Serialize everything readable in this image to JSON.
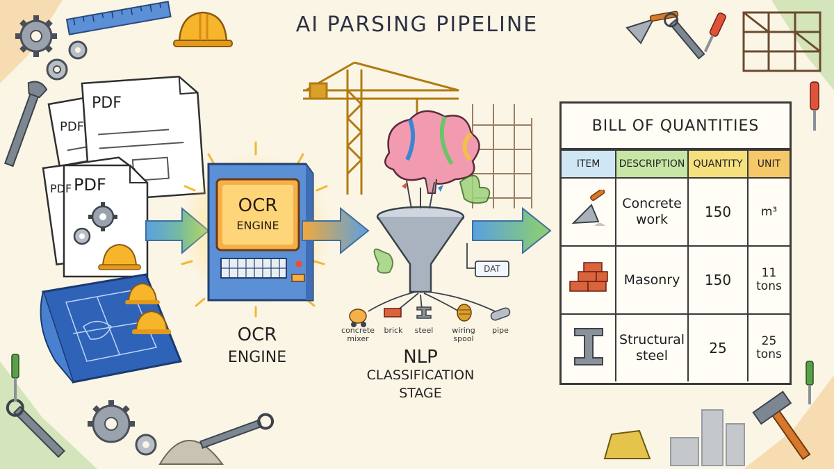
{
  "title": "AI PARSING PIPELINE",
  "documents": {
    "pdf_label_1": "PDF",
    "pdf_label_2": "PDF",
    "pdf_label_3": "PDF",
    "pdf_label_4": "PDF"
  },
  "ocr": {
    "screen_line1": "OCR",
    "screen_line2": "ENGINE",
    "caption_line1": "OCR",
    "caption_line2": "ENGINE"
  },
  "nlp": {
    "caption_line1": "NLP",
    "caption_line2": "CLASSIFICATION",
    "caption_line3": "STAGE",
    "data_tag": "DAT",
    "outputs": [
      "concrete mixer",
      "brick",
      "steel",
      "wiring spool",
      "pipe"
    ]
  },
  "boq": {
    "title": "BILL OF QUANTITIES",
    "headers": [
      "ITEM",
      "DESCRIPTION",
      "QUANTITY",
      "UNIT"
    ],
    "header_colors": [
      "#cfe6f5",
      "#c7e6a6",
      "#f6df7d",
      "#f5c96a"
    ],
    "rows": [
      {
        "item_icon": "trowel-icon",
        "description": "Concrete work",
        "quantity": "150",
        "unit": "m³"
      },
      {
        "item_icon": "bricks-icon",
        "description": "Masonry",
        "quantity": "150",
        "unit": "11 tons"
      },
      {
        "item_icon": "steel-beam-icon",
        "description": "Structural steel",
        "quantity": "25",
        "unit": "25 tons"
      }
    ]
  },
  "colors": {
    "arrow_start": "#5aa0e0",
    "arrow_end": "#8fd16a",
    "ocr_glow": "#ffd24a",
    "blueprint": "#2f63b8"
  }
}
